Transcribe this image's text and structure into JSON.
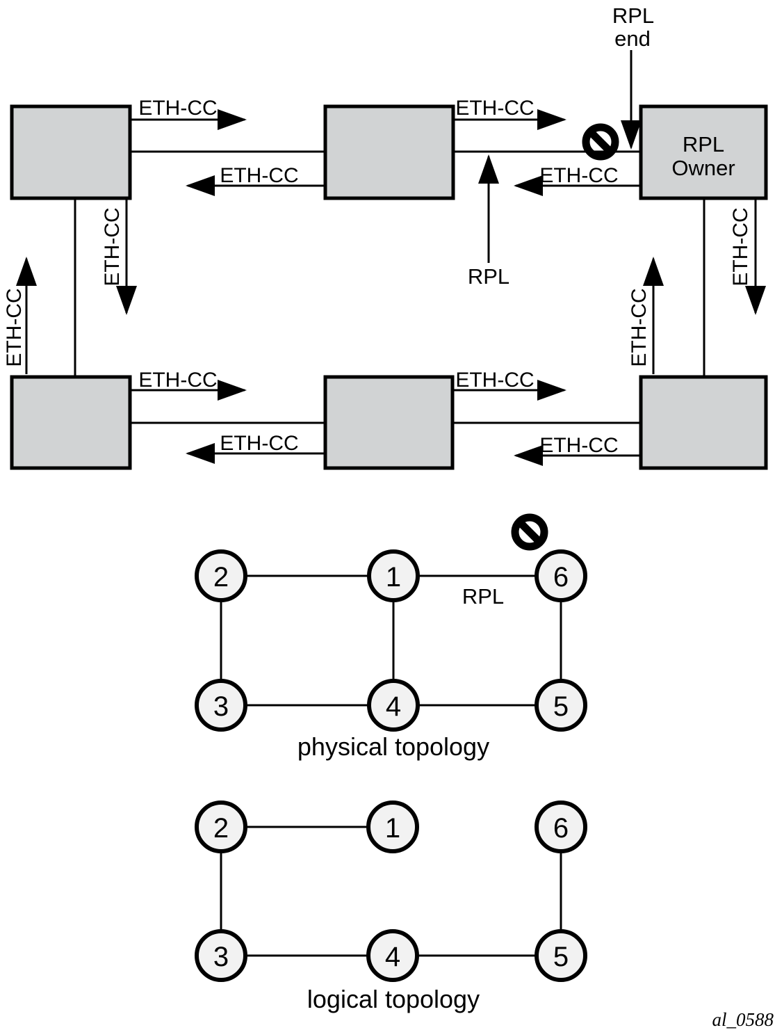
{
  "figure_code": "al_0588",
  "labels": {
    "eth_cc": "ETH-CC",
    "rpl": "RPL",
    "rpl_end": {
      "line1": "RPL",
      "line2": "end"
    },
    "rpl_owner": {
      "line1": "RPL",
      "line2": "Owner"
    }
  },
  "ring_diagram": {
    "box_count": 6,
    "rpl_owner_box": "top-right",
    "blocked_link": "between top-middle box and RPL Owner",
    "eth_cc_arrows_per_link": 2
  },
  "physical_topology": {
    "caption": "physical topology",
    "rpl_label": "RPL",
    "nodes": [
      "2",
      "1",
      "6",
      "3",
      "4",
      "5"
    ],
    "edges": [
      "2-1",
      "1-6",
      "2-3",
      "1-4",
      "6-5",
      "3-4",
      "4-5"
    ],
    "blocked_edge": "1-6"
  },
  "logical_topology": {
    "caption": "logical topology",
    "nodes": [
      "2",
      "1",
      "6",
      "3",
      "4",
      "5"
    ],
    "edges": [
      "2-1",
      "2-3",
      "3-4",
      "4-5",
      "5-6"
    ]
  },
  "colors": {
    "background": "#ffffff",
    "box_fill": "#d1d3d4",
    "node_fill": "#f2f2f2",
    "ink": "#000000"
  }
}
